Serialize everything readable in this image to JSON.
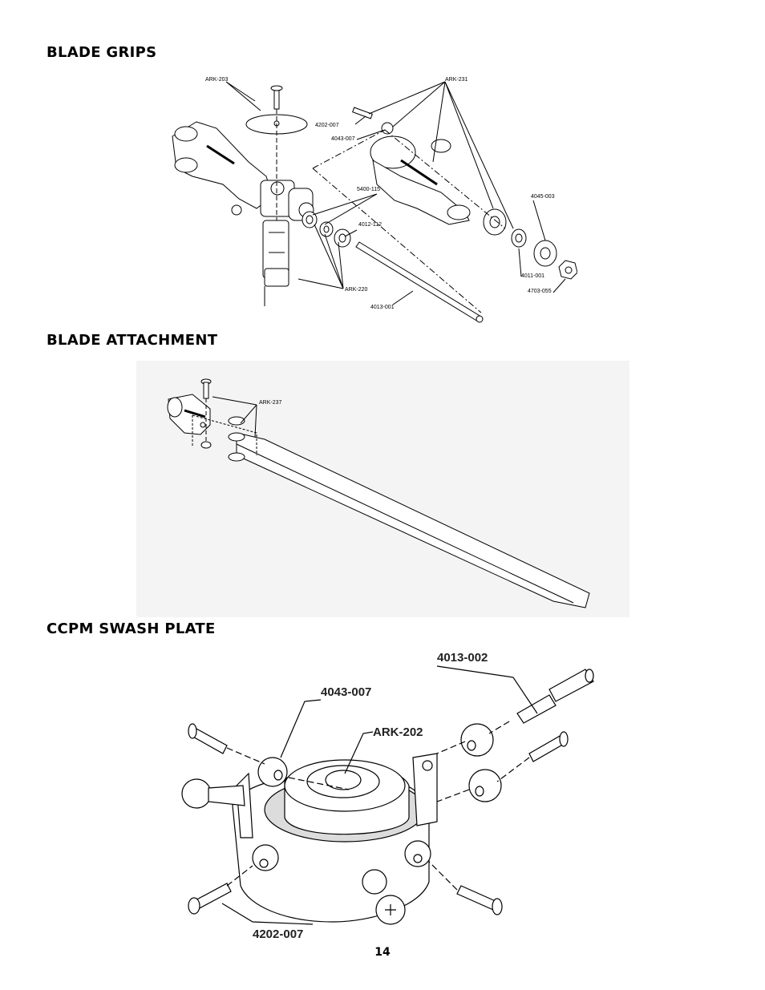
{
  "sections": {
    "blade_grips": {
      "title": "BLADE GRIPS",
      "labels": {
        "ark203": "ARK-203",
        "ark231": "ARK-231",
        "p4202_007": "4202-007",
        "p4043_007": "4043-007",
        "p5400_115": "5400-115",
        "p4045_003": "4045-003",
        "p4012_112": "4012-112",
        "p4011_001": "4011-001",
        "ark220": "ARK-220",
        "p4703_055": "4703-055",
        "p4013_001": "4013-001"
      }
    },
    "blade_attachment": {
      "title": "BLADE ATTACHMENT",
      "labels": {
        "ark237": "ARK-237"
      }
    },
    "ccpm_swash_plate": {
      "title": "CCPM SWASH PLATE",
      "labels": {
        "p4013_002": "4013-002",
        "p4043_007": "4043-007",
        "ark202": "ARK-202",
        "p4202_007": "4202-007"
      }
    }
  },
  "page_number": "14",
  "colors": {
    "line": "#000000",
    "shade": "#dcdcdc",
    "blade_bg": "#f4f4f4"
  }
}
